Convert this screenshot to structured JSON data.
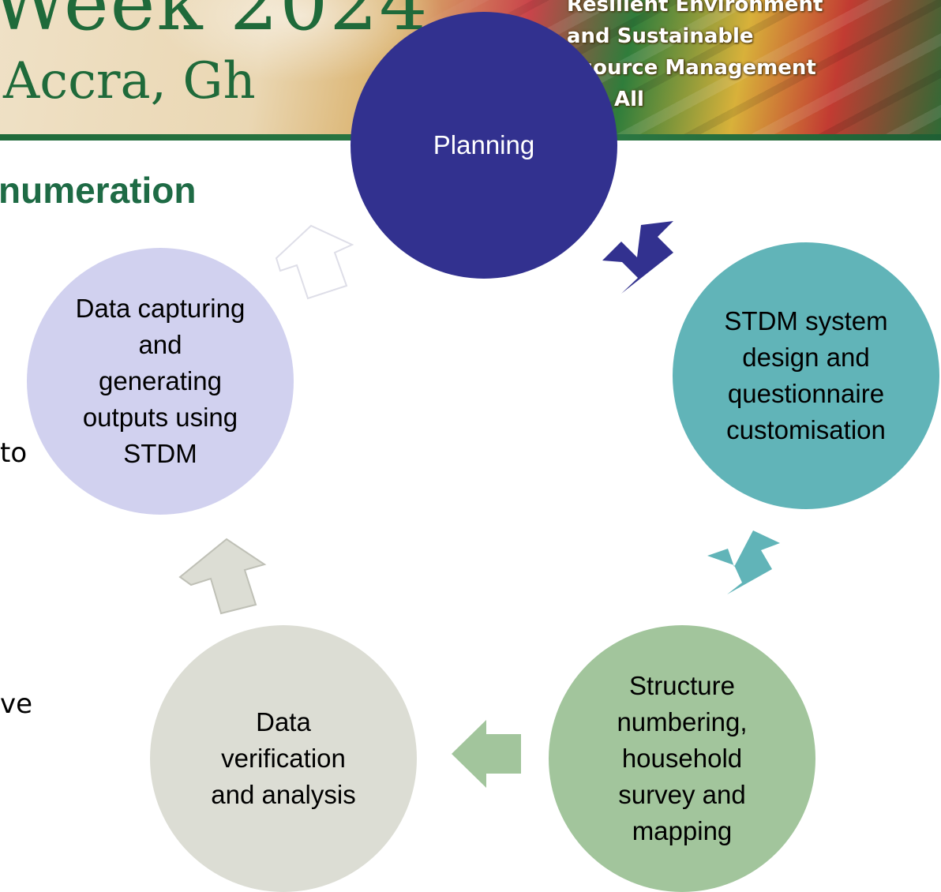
{
  "banner": {
    "title_fragment": "Week 2024",
    "city_fragment": "Accra, Gh",
    "tagline": [
      "Resilient Environment",
      "and Sustainable",
      "esource Management",
      "All"
    ]
  },
  "slide": {
    "heading_fragment": "numeration",
    "body_fragments": [
      "to",
      "ve"
    ]
  },
  "cycle": {
    "colors": {
      "planning": "#32318f",
      "design": "#61b4b8",
      "survey": "#a2c59c",
      "verification": "#dcddd4",
      "capture": "#d1d1ef"
    },
    "steps": [
      {
        "id": "planning",
        "label": "Planning"
      },
      {
        "id": "design",
        "label": "STDM system\ndesign and\nquestionnaire\ncustomisation"
      },
      {
        "id": "survey",
        "label": "Structure\nnumbering,\nhousehold\nsurvey and\nmapping"
      },
      {
        "id": "verification",
        "label": "Data\nverification\nand analysis"
      },
      {
        "id": "capture",
        "label": "Data capturing\nand\ngenerating\noutputs using\nSTDM"
      }
    ]
  }
}
